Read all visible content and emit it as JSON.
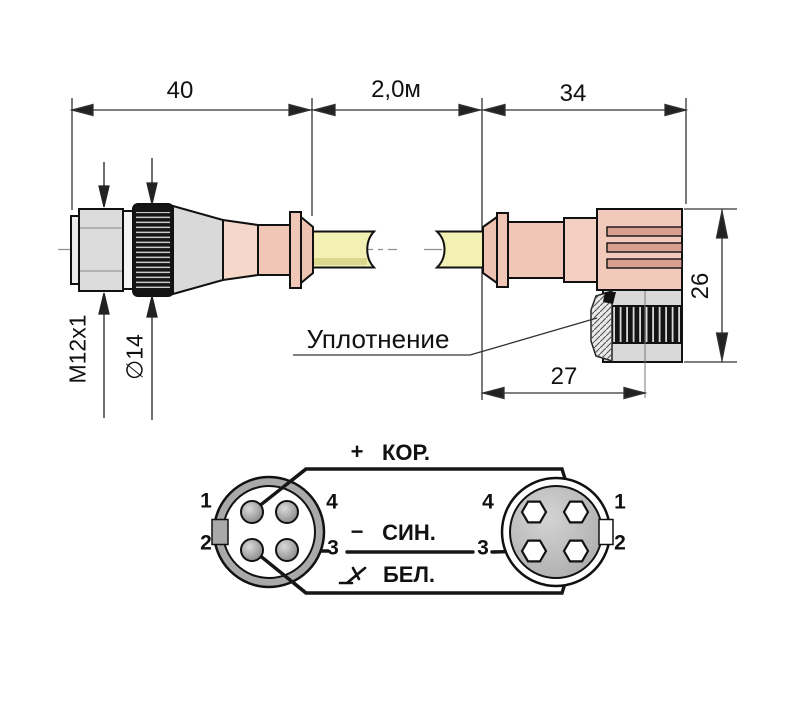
{
  "drawing": {
    "dims": {
      "left_connector_length": "40",
      "cable_length": "2,0м",
      "right_connector_length": "34",
      "right_connector_height": "26",
      "right_connector_offset": "27",
      "thread": "M12x1",
      "nut_diameter": "∅14"
    },
    "seal_label": "Уплотнение"
  },
  "pinout": {
    "left": {
      "tl": "1",
      "tr": "4",
      "bl": "2",
      "br": "3"
    },
    "right": {
      "tl": "4",
      "tr": "1",
      "bl": "3",
      "br": "2"
    },
    "wires": [
      {
        "symbol": "+",
        "label": "КОР."
      },
      {
        "symbol": "−",
        "label": "СИН."
      },
      {
        "symbol": "⌁",
        "label": "БЕЛ."
      }
    ]
  },
  "colors": {
    "pink": "#f0c6b6",
    "pink_light": "#f6d8cb",
    "pink_pale": "#f3cfc2",
    "pink_body": "#f2cabb",
    "pink_dark": "#d89f8e",
    "cable_yellow": "#f2f0b2",
    "metal_gray": "#d9d9d9",
    "line": "#111111"
  }
}
